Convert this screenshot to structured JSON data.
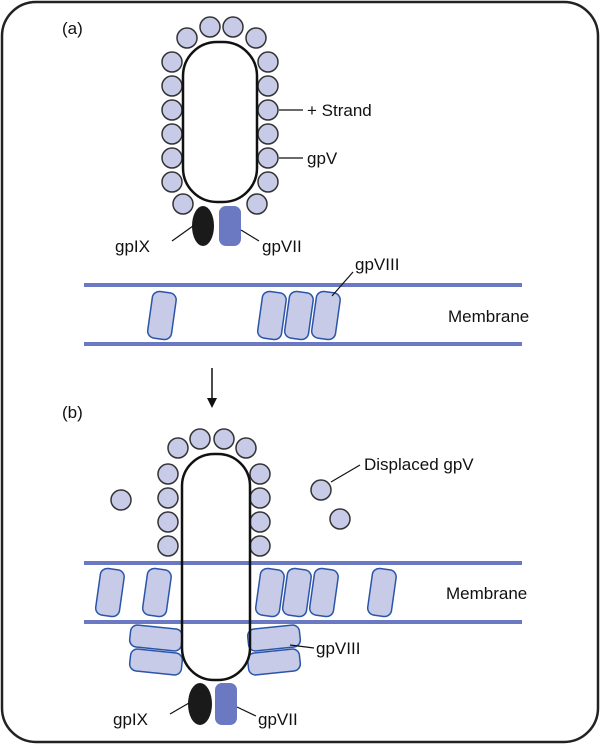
{
  "panel_a": {
    "label": "(a)",
    "strand_label": "+ Strand",
    "gpV_label": "gpV",
    "gpIX_label": "gpIX",
    "gpVII_label": "gpVII",
    "gpVIII_label": "gpVIII",
    "membrane_label": "Membrane"
  },
  "panel_b": {
    "label": "(b)",
    "displaced_label": "Displaced gpV",
    "membrane_label": "Membrane",
    "gpVIII_label": "gpVIII",
    "gpIX_label": "gpIX",
    "gpVII_label": "gpVII"
  },
  "colors": {
    "membrane": "#6a79c2",
    "protein_fill": "#c7cbe8",
    "gpV_stroke": "#333333",
    "gpVIII_stroke": "#2a55a8",
    "gpVII_fill": "#6a79c2",
    "gpIX_fill": "#1a1a1a",
    "frame": "#222222"
  }
}
